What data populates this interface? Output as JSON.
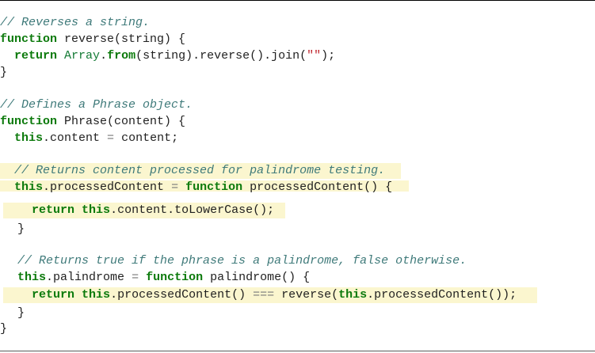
{
  "lines": [
    {
      "tokens": [
        {
          "t": "cm",
          "v": "// Reverses a string."
        }
      ]
    },
    {
      "tokens": [
        {
          "t": "kw",
          "v": "function"
        },
        {
          "t": "id",
          "v": " reverse(string) {"
        }
      ]
    },
    {
      "tokens": [
        {
          "t": "id",
          "v": "  "
        },
        {
          "t": "kw",
          "v": "return"
        },
        {
          "t": "id",
          "v": " "
        },
        {
          "t": "bi",
          "v": "Array"
        },
        {
          "t": "id",
          "v": "."
        },
        {
          "t": "kw",
          "v": "from"
        },
        {
          "t": "id",
          "v": "(string).reverse().join("
        },
        {
          "t": "str",
          "v": "\"\""
        },
        {
          "t": "id",
          "v": ");"
        }
      ]
    },
    {
      "tokens": [
        {
          "t": "id",
          "v": "}"
        }
      ]
    },
    {
      "tokens": [
        {
          "t": "cm",
          "v": "// Defines a Phrase object."
        }
      ]
    },
    {
      "tokens": [
        {
          "t": "kw",
          "v": "function"
        },
        {
          "t": "id",
          "v": " Phrase(content) {"
        }
      ]
    },
    {
      "tokens": [
        {
          "t": "id",
          "v": "  "
        },
        {
          "t": "kw",
          "v": "this"
        },
        {
          "t": "id",
          "v": ".content "
        },
        {
          "t": "op",
          "v": "="
        },
        {
          "t": "id",
          "v": " content;"
        }
      ]
    },
    {
      "tokens": [
        {
          "t": "id",
          "v": "  "
        },
        {
          "t": "cm",
          "v": "// Returns content processed for palindrome testing."
        }
      ]
    },
    {
      "tokens": [
        {
          "t": "id",
          "v": "  "
        },
        {
          "t": "kw",
          "v": "this"
        },
        {
          "t": "id",
          "v": ".processedContent "
        },
        {
          "t": "op",
          "v": "="
        },
        {
          "t": "id",
          "v": " "
        },
        {
          "t": "kw",
          "v": "function"
        },
        {
          "t": "id",
          "v": " processedContent() {"
        }
      ]
    },
    {
      "tokens": [
        {
          "t": "id",
          "v": "    "
        },
        {
          "t": "kw",
          "v": "return"
        },
        {
          "t": "id",
          "v": " "
        },
        {
          "t": "kw",
          "v": "this"
        },
        {
          "t": "id",
          "v": ".content.toLowerCase();"
        }
      ]
    },
    {
      "tokens": [
        {
          "t": "id",
          "v": "  }"
        }
      ]
    },
    {
      "tokens": [
        {
          "t": "id",
          "v": "  "
        },
        {
          "t": "cm",
          "v": "// Returns true if the phrase is a palindrome, false otherwise."
        }
      ]
    },
    {
      "tokens": [
        {
          "t": "id",
          "v": "  "
        },
        {
          "t": "kw",
          "v": "this"
        },
        {
          "t": "id",
          "v": ".palindrome "
        },
        {
          "t": "op",
          "v": "="
        },
        {
          "t": "id",
          "v": " "
        },
        {
          "t": "kw",
          "v": "function"
        },
        {
          "t": "id",
          "v": " palindrome() {"
        }
      ]
    },
    {
      "tokens": [
        {
          "t": "id",
          "v": "    "
        },
        {
          "t": "kw",
          "v": "return"
        },
        {
          "t": "id",
          "v": " "
        },
        {
          "t": "kw",
          "v": "this"
        },
        {
          "t": "id",
          "v": ".processedContent() "
        },
        {
          "t": "op",
          "v": "==="
        },
        {
          "t": "id",
          "v": " reverse("
        },
        {
          "t": "kw",
          "v": "this"
        },
        {
          "t": "id",
          "v": ".processedContent());"
        }
      ]
    },
    {
      "tokens": [
        {
          "t": "id",
          "v": "  }"
        }
      ]
    },
    {
      "tokens": [
        {
          "t": "id",
          "v": "}"
        }
      ]
    }
  ]
}
